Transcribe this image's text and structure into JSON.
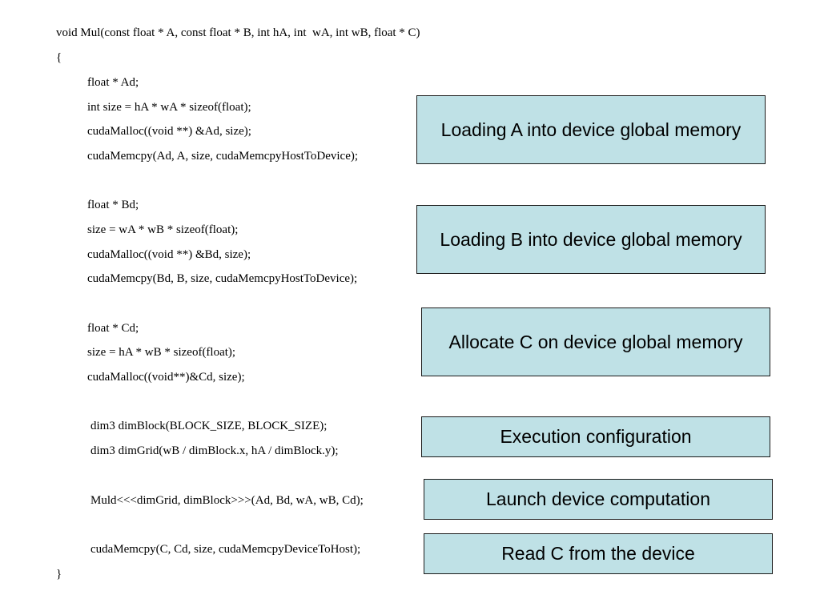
{
  "code": {
    "signature": "void Mul(const float * A, const float * B, int hA, int  wA, int wB, float * C)",
    "open_brace": "{",
    "close_brace": "}",
    "lines": [
      "float * Ad;",
      "int size = hA * wA * sizeof(float);",
      "cudaMalloc((void **) &Ad, size);",
      "cudaMemcpy(Ad, A, size, cudaMemcpyHostToDevice);",
      "float * Bd;",
      "size = wA * wB * sizeof(float);",
      "cudaMalloc((void **) &Bd, size);",
      "cudaMemcpy(Bd, B, size, cudaMemcpyHostToDevice);",
      "float * Cd;",
      "size = hA * wB * sizeof(float);",
      "cudaMalloc((void**)&Cd, size);",
      "dim3 dimBlock(BLOCK_SIZE, BLOCK_SIZE);",
      "dim3 dimGrid(wB / dimBlock.x, hA / dimBlock.y);",
      "Muld<<<dimGrid, dimBlock>>>(Ad, Bd, wA, wB, Cd);",
      "cudaMemcpy(C, Cd, size, cudaMemcpyDeviceToHost);"
    ]
  },
  "callouts": [
    "Loading A into device global memory",
    "Loading B into device global memory",
    "Allocate C on device global memory",
    "Execution configuration",
    "Launch device computation",
    "Read C from the device"
  ],
  "colors": {
    "callout_fill": "#bfe1e6",
    "callout_border": "#1a1a1a",
    "text": "#000000",
    "background": "#ffffff"
  }
}
